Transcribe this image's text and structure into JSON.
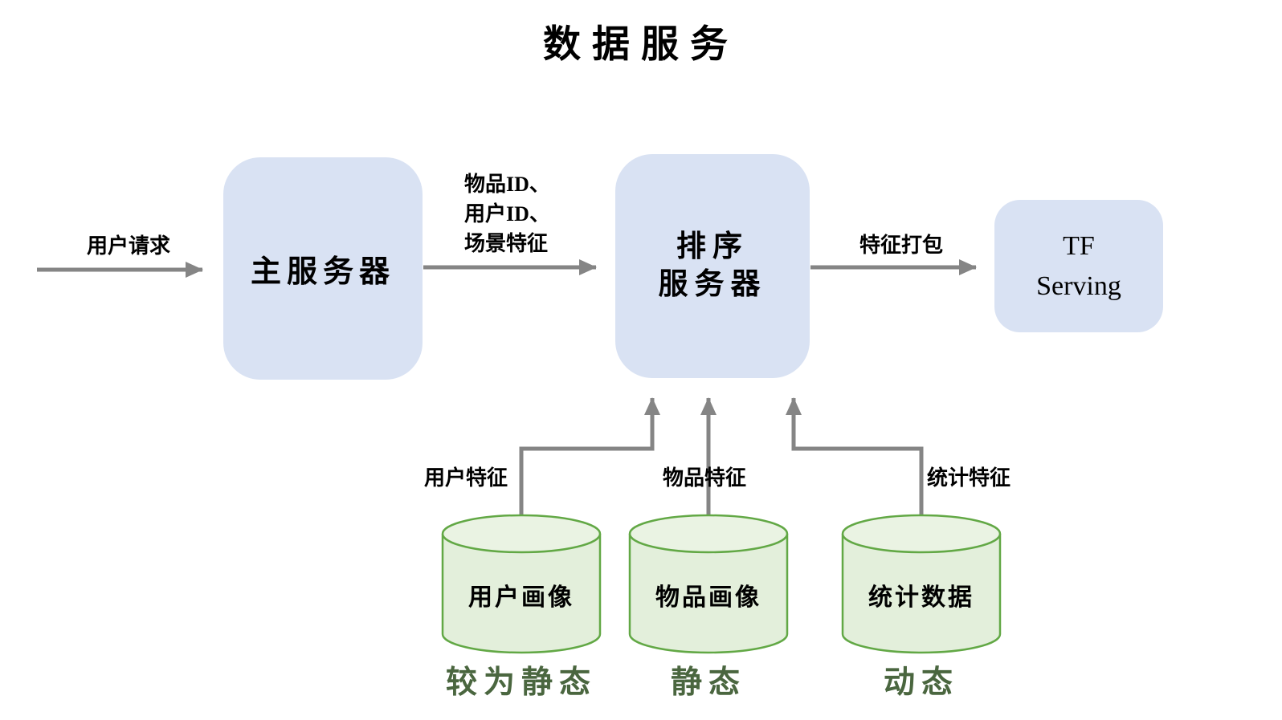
{
  "title": "数据服务",
  "colors": {
    "box_fill": "#d9e2f3",
    "cylinder_fill": "#e3efdb",
    "cylinder_top_fill": "#eaf3e3",
    "cylinder_stroke": "#62a845",
    "arrow": "#858585",
    "caption_green": "#4a663f"
  },
  "nodes": {
    "main_server": {
      "label": "主服务器"
    },
    "ranking_server": {
      "lines": [
        "排序",
        "服务器"
      ]
    },
    "tf_serving": {
      "lines": [
        "TF",
        "Serving"
      ]
    }
  },
  "edges": {
    "user_request": {
      "label": "用户请求"
    },
    "ids": {
      "lines": [
        "物品ID、",
        "用户ID、",
        "场景特征"
      ]
    },
    "feature_packaging": {
      "label": "特征打包"
    },
    "user_features": {
      "label": "用户特征"
    },
    "item_features": {
      "label": "物品特征"
    },
    "stat_features": {
      "label": "统计特征"
    }
  },
  "databases": [
    {
      "label": "用户画像",
      "caption": "较为静态"
    },
    {
      "label": "物品画像",
      "caption": "静态"
    },
    {
      "label": "统计数据",
      "caption": "动态"
    }
  ]
}
